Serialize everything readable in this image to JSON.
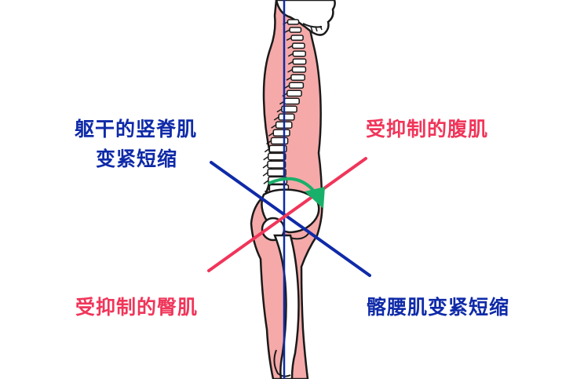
{
  "labels": {
    "top_left_line1": "躯干的竖脊肌",
    "top_left_line2": "变紧短缩",
    "top_right": "受抑制的腹肌",
    "bottom_left": "受抑制的臀肌",
    "bottom_right": "髂腰肌变紧短缩"
  },
  "colors": {
    "blue": "#0f2aa8",
    "red": "#f0355a",
    "green": "#18b06a",
    "muscle": "#f5a9a9",
    "bone": "#ffffff",
    "outline": "#1a1a1a"
  }
}
